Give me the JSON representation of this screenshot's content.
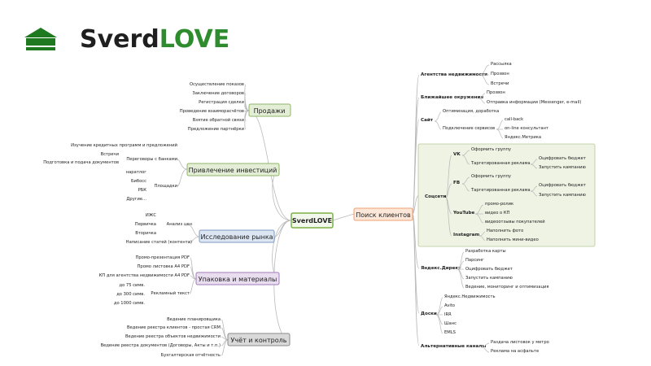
{
  "logo": {
    "part1": "Sverd",
    "part2": "LOVE"
  },
  "center": "SverdLOVE",
  "left": {
    "sales": {
      "title": "Продажи",
      "items": [
        "Осуществление показов",
        "Заключение договоров",
        "Регистрация сделки",
        "Проведение взаиморасчётов",
        "Взятие обратной связи",
        "Предложение партнёрки"
      ]
    },
    "invest": {
      "title": "Привлечение инвестиций",
      "negotiations": "Переговоры с банками",
      "neg_items": [
        "Изучение кредитных программ и предложений",
        "Встречи",
        "Подготовка и подача документов"
      ],
      "platforms": "Площадки",
      "plat_items": [
        "наратлог",
        "Бибосс",
        "РБК",
        "Другие..."
      ]
    },
    "research": {
      "title": "Исследование рынка",
      "price": "Анализ цен",
      "price_items": [
        "ИЖС",
        "Первичка",
        "Вторичка"
      ],
      "articles": "Написание статей (контента)"
    },
    "packaging": {
      "title": "Упаковка и материалы",
      "items": [
        "Промо-презентация PDF",
        "Промо листовка А4 PDF",
        "КП для агентства недвижимости А4 PDF"
      ],
      "adtext": "Рекламный текст",
      "ad_items": [
        "до 75 симв.",
        "до 300 симв.",
        "до 1000 симв."
      ]
    },
    "accounting": {
      "title": "Учёт и контроль",
      "items": [
        "Ведение планировщика",
        "Ведение реестра клиентов - простая CRM",
        "Ведение реестра объектов недвижимости",
        "Ведение реестра документов (Договоры, Акты и т.п.)",
        "Бухгалтерская отчётность"
      ]
    }
  },
  "right": {
    "title": "Поиск клиентов",
    "agencies": {
      "title": "Агентства недвижимости",
      "items": [
        "Рассылка",
        "Прозвон",
        "Встречи"
      ]
    },
    "nearby": {
      "title": "Ближайшее окружение",
      "items": [
        "Прозвон",
        "Отправка информации (Messenger, e-mail)"
      ]
    },
    "site": {
      "title": "Сайт",
      "opt": "Оптимизация, доработка",
      "services": "Подключение сервисов",
      "service_items": [
        "call-back",
        "on-line консультант",
        "Яндекс.Метрика"
      ]
    },
    "social": {
      "title": "Соцсети",
      "vk": "VK",
      "fb": "FB",
      "youtube": "YouTube",
      "instagram": "Instagram",
      "create_group": "Оформить группу",
      "targeted": "Таргетированная реклама",
      "budget": "Оцифровать бюджет",
      "launch": "Запустить кампанию",
      "yt_items": [
        "промо-ролик",
        "видео о КП",
        "видеоотзывы покупателей"
      ],
      "ig_items": [
        "Наполнить фото",
        "Наполнить мини-видео"
      ]
    },
    "direct": {
      "title": "Яндекс.Директ",
      "items": [
        "Разработка карты",
        "Парсинг",
        "Оцифровать бюджет",
        "Запустить кампанию",
        "Ведение, мониторинг и оптимизация"
      ]
    },
    "boards": {
      "title": "Доски",
      "items": [
        "Яндекс.Недвижимость",
        "Avito",
        "IRR",
        "Шанс",
        "EMLS"
      ]
    },
    "alt": {
      "title": "Альтернативные каналы",
      "items": [
        "Раздача листовок у метро",
        "Реклама на асфальте"
      ]
    }
  },
  "colors": {
    "logo_dark": "#1f1f1f",
    "logo_green": "#2e8b2e",
    "sales_fill": "#e4eed7",
    "sales_border": "#8fb56a",
    "invest_fill": "#e4eed7",
    "invest_border": "#8fb56a",
    "research_fill": "#dde6f3",
    "research_border": "#7d97c2",
    "packaging_fill": "#e9ddf0",
    "packaging_border": "#a17cb8",
    "accounting_fill": "#d9d9d9",
    "accounting_border": "#8a8a8a",
    "center_fill": "#f3f8ec",
    "center_border": "#7bb045",
    "search_fill": "#fde7d8",
    "search_border": "#f0a070",
    "social_group_fill": "#eef3e4",
    "social_group_border": "#b5c996",
    "line": "#b9b9b9",
    "underline": "#9aa7b4"
  }
}
